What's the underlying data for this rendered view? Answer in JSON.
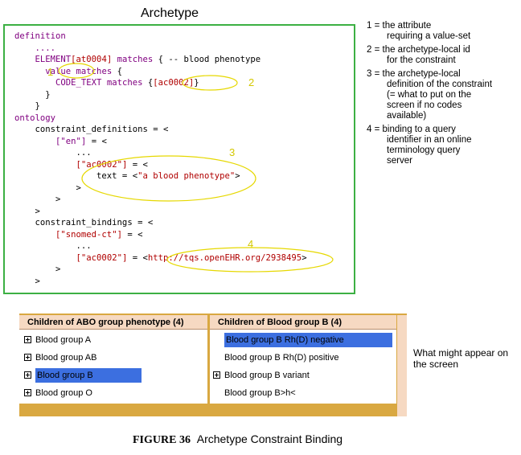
{
  "archetype_title": "Archetype",
  "code_lines": [
    [
      {
        "t": "definition",
        "c": "kw"
      }
    ],
    [
      {
        "t": "    ....",
        "c": "kw"
      }
    ],
    [
      {
        "t": "    ELEMENT",
        "c": "kw"
      },
      {
        "t": "[at0004]",
        "c": "at"
      },
      {
        "t": " matches ",
        "c": "kw"
      },
      {
        "t": "{ -- blood phenotype",
        "c": "blk"
      }
    ],
    [
      {
        "t": "      ",
        "c": "blk"
      },
      {
        "t": "value",
        "c": "kw"
      },
      {
        "t": " matches ",
        "c": "kw"
      },
      {
        "t": "{",
        "c": "blk"
      }
    ],
    [
      {
        "t": "        CODE_TEXT",
        "c": "kw"
      },
      {
        "t": " matches ",
        "c": "kw"
      },
      {
        "t": "{",
        "c": "blk"
      },
      {
        "t": "[ac0002]",
        "c": "at"
      },
      {
        "t": "}",
        "c": "blk"
      }
    ],
    [
      {
        "t": "      }",
        "c": "blk"
      }
    ],
    [
      {
        "t": "    }",
        "c": "blk"
      }
    ],
    [
      {
        "t": "ontology",
        "c": "kw"
      }
    ],
    [
      {
        "t": "    constraint_definitions = <",
        "c": "blk"
      }
    ],
    [
      {
        "t": "        ",
        "c": "blk"
      },
      {
        "t": "[\"en\"]",
        "c": "kw"
      },
      {
        "t": " = <",
        "c": "blk"
      }
    ],
    [
      {
        "t": "            ...",
        "c": "blk"
      }
    ],
    [
      {
        "t": "            ",
        "c": "blk"
      },
      {
        "t": "[\"ac0002\"]",
        "c": "at"
      },
      {
        "t": " = <",
        "c": "blk"
      }
    ],
    [
      {
        "t": "                text = <",
        "c": "blk"
      },
      {
        "t": "\"a blood phenotype\"",
        "c": "at"
      },
      {
        "t": ">",
        "c": "blk"
      }
    ],
    [
      {
        "t": "            >",
        "c": "blk"
      }
    ],
    [
      {
        "t": "        >",
        "c": "blk"
      }
    ],
    [
      {
        "t": "    >",
        "c": "blk"
      }
    ],
    [
      {
        "t": "    constraint_bindings = <",
        "c": "blk"
      }
    ],
    [
      {
        "t": "        ",
        "c": "blk"
      },
      {
        "t": "[\"snomed-ct\"]",
        "c": "at"
      },
      {
        "t": " = <",
        "c": "blk"
      }
    ],
    [
      {
        "t": "            ...",
        "c": "blk"
      }
    ],
    [
      {
        "t": "            ",
        "c": "blk"
      },
      {
        "t": "[\"ac0002\"]",
        "c": "at"
      },
      {
        "t": " = <",
        "c": "blk"
      },
      {
        "t": "http://tqs.openEHR.org/2938495",
        "c": "at"
      },
      {
        "t": ">",
        "c": "blk"
      }
    ],
    [
      {
        "t": "        >",
        "c": "blk"
      }
    ],
    [
      {
        "t": "    >",
        "c": "blk"
      }
    ]
  ],
  "markers": {
    "m1": "1",
    "m2": "2",
    "m3": "3",
    "m4": "4"
  },
  "notes": [
    {
      "num": "1 = the attribute",
      "rest": [
        "requiring a value-set"
      ]
    },
    {
      "num": "2 = the archetype-local id",
      "rest": [
        "for the constraint"
      ]
    },
    {
      "num": "3 = the archetype-local",
      "rest": [
        "definition of the constraint",
        "(= what to put on the",
        "screen if no codes",
        "available)"
      ]
    },
    {
      "num": "4 = binding to a query",
      "rest": [
        "identifier in an online",
        "terminology query",
        "server"
      ]
    }
  ],
  "ui": {
    "left_header": "Children of ABO group phenotype (4)",
    "right_header": "Children of Blood group B (4)",
    "left_items": [
      {
        "label": "Blood group A",
        "expand": true,
        "selected": false
      },
      {
        "label": "Blood group AB",
        "expand": true,
        "selected": false
      },
      {
        "label": "Blood group B",
        "expand": true,
        "selected": true
      },
      {
        "label": "Blood group O",
        "expand": true,
        "selected": false
      }
    ],
    "right_items": [
      {
        "label": "Blood group B Rh(D) negative",
        "expand": false,
        "selected": true
      },
      {
        "label": "Blood group B Rh(D) positive",
        "expand": false,
        "selected": false
      },
      {
        "label": "Blood group B variant",
        "expand": true,
        "selected": false
      },
      {
        "label": "Blood group B>h<",
        "expand": false,
        "selected": false
      }
    ],
    "selection_color": "#3c6fe0",
    "panel_color": "#d9a841"
  },
  "screen_note": "What might appear on the screen",
  "caption": {
    "label": "FIGURE 36",
    "text": "Archetype Constraint Binding"
  },
  "colors": {
    "keyword": "#800080",
    "at_code": "#b00000",
    "highlight": "#d4c800",
    "frame": "#3cb043"
  }
}
